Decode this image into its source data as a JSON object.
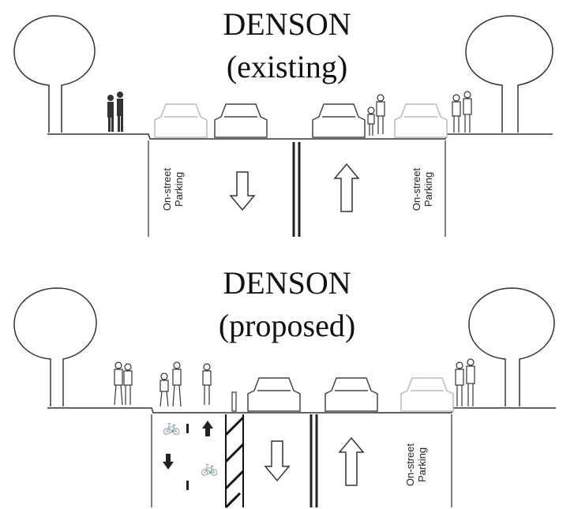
{
  "existing": {
    "title_line1": "DENSON",
    "title_line2": "(existing)",
    "label_left_1": "On-street",
    "label_left_2": "Parking",
    "label_right_1": "On-street",
    "label_right_2": "Parking"
  },
  "proposed": {
    "title_line1": "DENSON",
    "title_line2": "(proposed)",
    "label_right_1": "On-street",
    "label_right_2": "Parking"
  }
}
